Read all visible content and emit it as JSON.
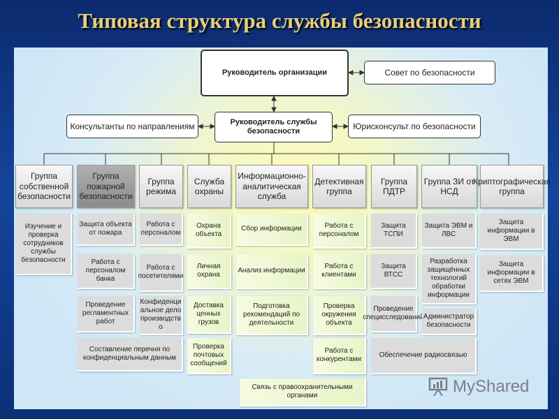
{
  "title": "Типовая структура службы безопасности",
  "top": {
    "head_org": "Руководитель организации",
    "council": "Совет по безопасности",
    "consultants": "Консультанты по направлениям",
    "head_security": "Руководитель службы безопасности",
    "lawyer": "Юрисконсульт по безопасности"
  },
  "groups": [
    "Группа собственной безопасности",
    "Группа пожарной безопасности",
    "Группа режима",
    "Служба охраны",
    "Информационно-аналитическая служба",
    "Детективная группа",
    "Группа ПДТР",
    "Группа ЗИ от НСД",
    "Криптографическая группа"
  ],
  "items": {
    "c1": [
      "Изучение и проверка сотрудников службы безопасности"
    ],
    "c2": [
      "Защита объекта от пожара",
      "Работа с персоналом банка",
      "Проведение регламентных работ"
    ],
    "c3": [
      "Работа с персоналом",
      "Работа с посетителями",
      "Конфиденциальное делопроизводство"
    ],
    "c4": [
      "Охрана объекта",
      "Личная охрана",
      "Доставка ценных грузов",
      "Проверка почтовых сообщений"
    ],
    "c5": [
      "Сбор информации",
      "Анализ информации",
      "Подготовка рекомендаций по деятельности"
    ],
    "c6": [
      "Работа с персоналом",
      "Работа с клиентами",
      "Проверка окружения объекта",
      "Работа с конкурентами"
    ],
    "c7": [
      "Защита ТСПИ",
      "Защита ВТСС",
      "Проведение специсследований"
    ],
    "c8": [
      "Защита ЭВМ и ЛВС",
      "Разработка защищённых технологий обработки информации",
      "Администратор безопасности"
    ],
    "c9": [
      "Защита информации в ЭВМ",
      "Защита информации в сетях ЭВМ"
    ],
    "span_list": "Составление перечня по конфиденциальным данным",
    "span_radio": "Обеспечение радиосвязью",
    "span_law": "Связь с правоохранительными органами"
  },
  "logo": {
    "text": "MyShared"
  },
  "colors": {
    "title": "#e6cf7a",
    "background": "#14449b",
    "text": "#222222"
  }
}
